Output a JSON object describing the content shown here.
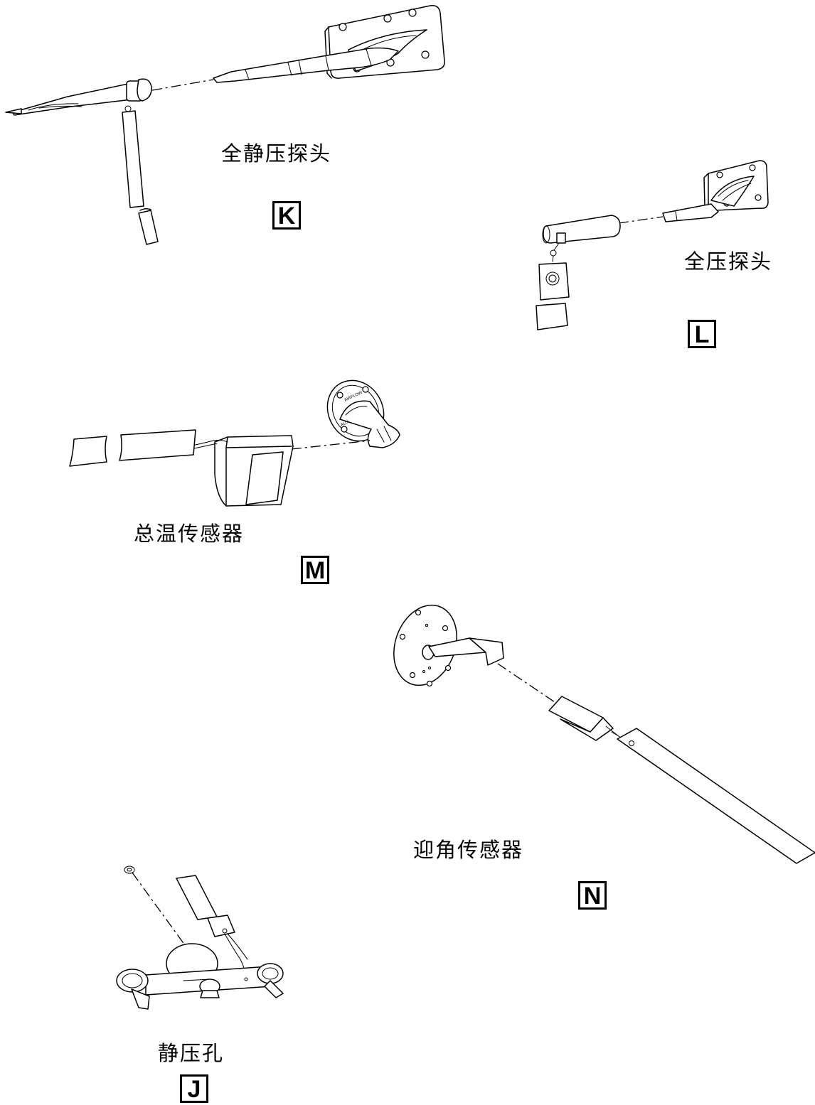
{
  "components": {
    "pitot_static": {
      "caption": "全静压探头",
      "letter": "K"
    },
    "pitot": {
      "caption": "全压探头",
      "letter": "L"
    },
    "total_temp": {
      "caption": "总温传感器",
      "letter": "M"
    },
    "aoa": {
      "caption": "迎角传感器",
      "letter": "N"
    },
    "static_port": {
      "caption": "静压孔",
      "letter": "J"
    }
  },
  "markings": {
    "airflow": "AIRFLOW",
    "aux": "AUX"
  },
  "colors": {
    "line": "#000000",
    "background": "#ffffff"
  }
}
